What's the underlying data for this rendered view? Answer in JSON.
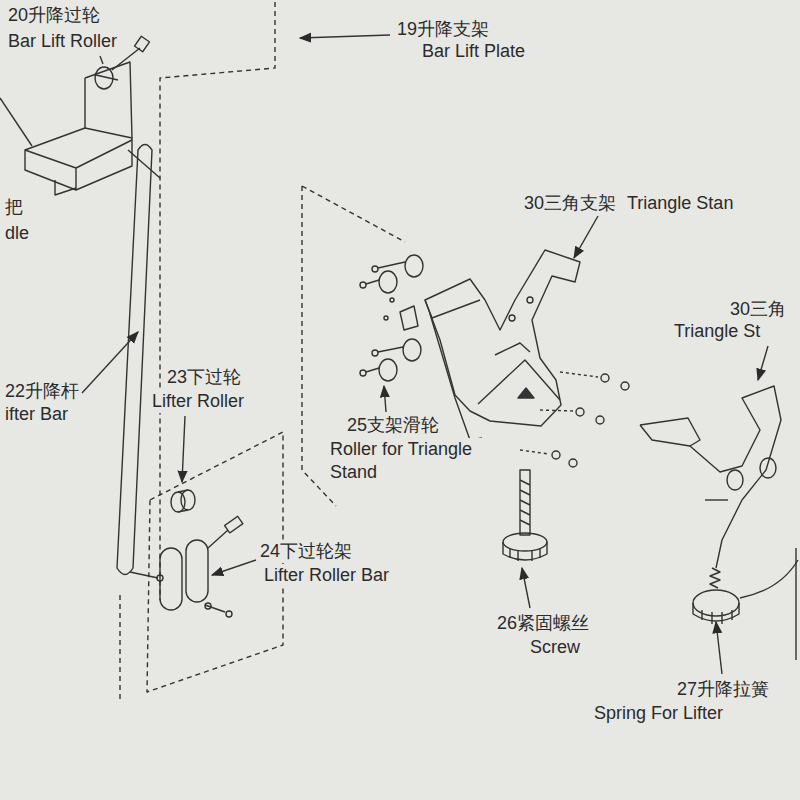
{
  "diagram": {
    "labels": [
      "20升降过轮",
      "Bar Lift Roller",
      "19升降支架",
      "Bar Lift Plate",
      "把",
      "dle",
      "22升降杆",
      "ifter Bar",
      "23下过轮",
      "Lifter Roller",
      "24下过轮架",
      "Lifter Roller Bar",
      "25支架滑轮",
      "Roller for Triangle Stand",
      "30三角支架",
      "Triangle Stan",
      "30三角",
      "Triangle St",
      "26紧固螺丝",
      "Screw",
      "27升降拉簧",
      "Spring For Lifter"
    ]
  }
}
